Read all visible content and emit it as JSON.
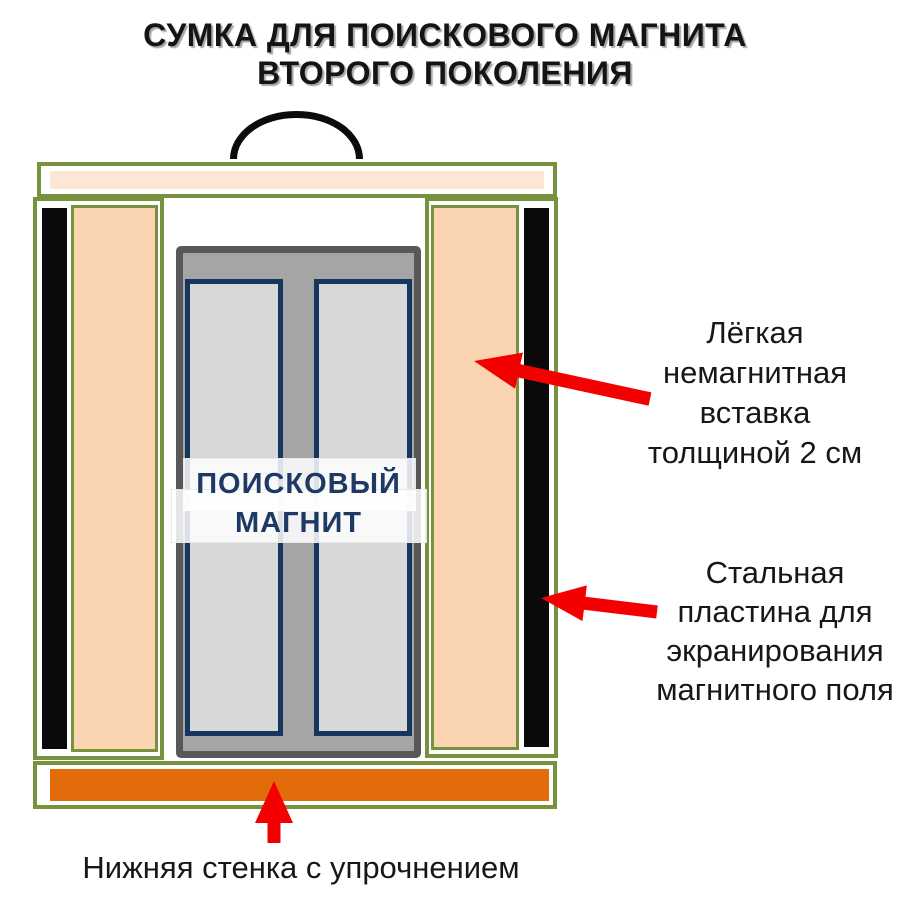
{
  "title": {
    "line1": "СУМКА ДЛЯ ПОИСКОВОГО МАГНИТА",
    "line2": "ВТОРОГО ПОКОЛЕНИЯ"
  },
  "diagram": {
    "magnet_label": {
      "line1": "ПОИСКОВЫЙ",
      "line2": "МАГНИТ"
    }
  },
  "annotations": {
    "insert": {
      "lines": [
        "Лёгкая",
        "немагнитная",
        "вставка",
        "толщиной 2 см"
      ]
    },
    "steel": {
      "lines": [
        "Стальная",
        "пластина для",
        "экранирования",
        "магнитного поля"
      ]
    },
    "bottom": {
      "text": "Нижняя стенка с упрочнением"
    }
  },
  "colors": {
    "bag_green": "#76923C",
    "insert_peach": "#FBD4B1",
    "top_strip_peach": "#FBE7D3",
    "steel_black": "#0A0A0A",
    "magnet_body_gray": "#A5A5A5",
    "magnet_border_gray": "#585858",
    "magnet_pole_gray": "#D8D8D8",
    "magnet_pole_border_navy": "#17365D",
    "magnet_text_navy": "#1E3A64",
    "bottom_orange": "#E26B0A",
    "arrow_red": "#F40000"
  }
}
